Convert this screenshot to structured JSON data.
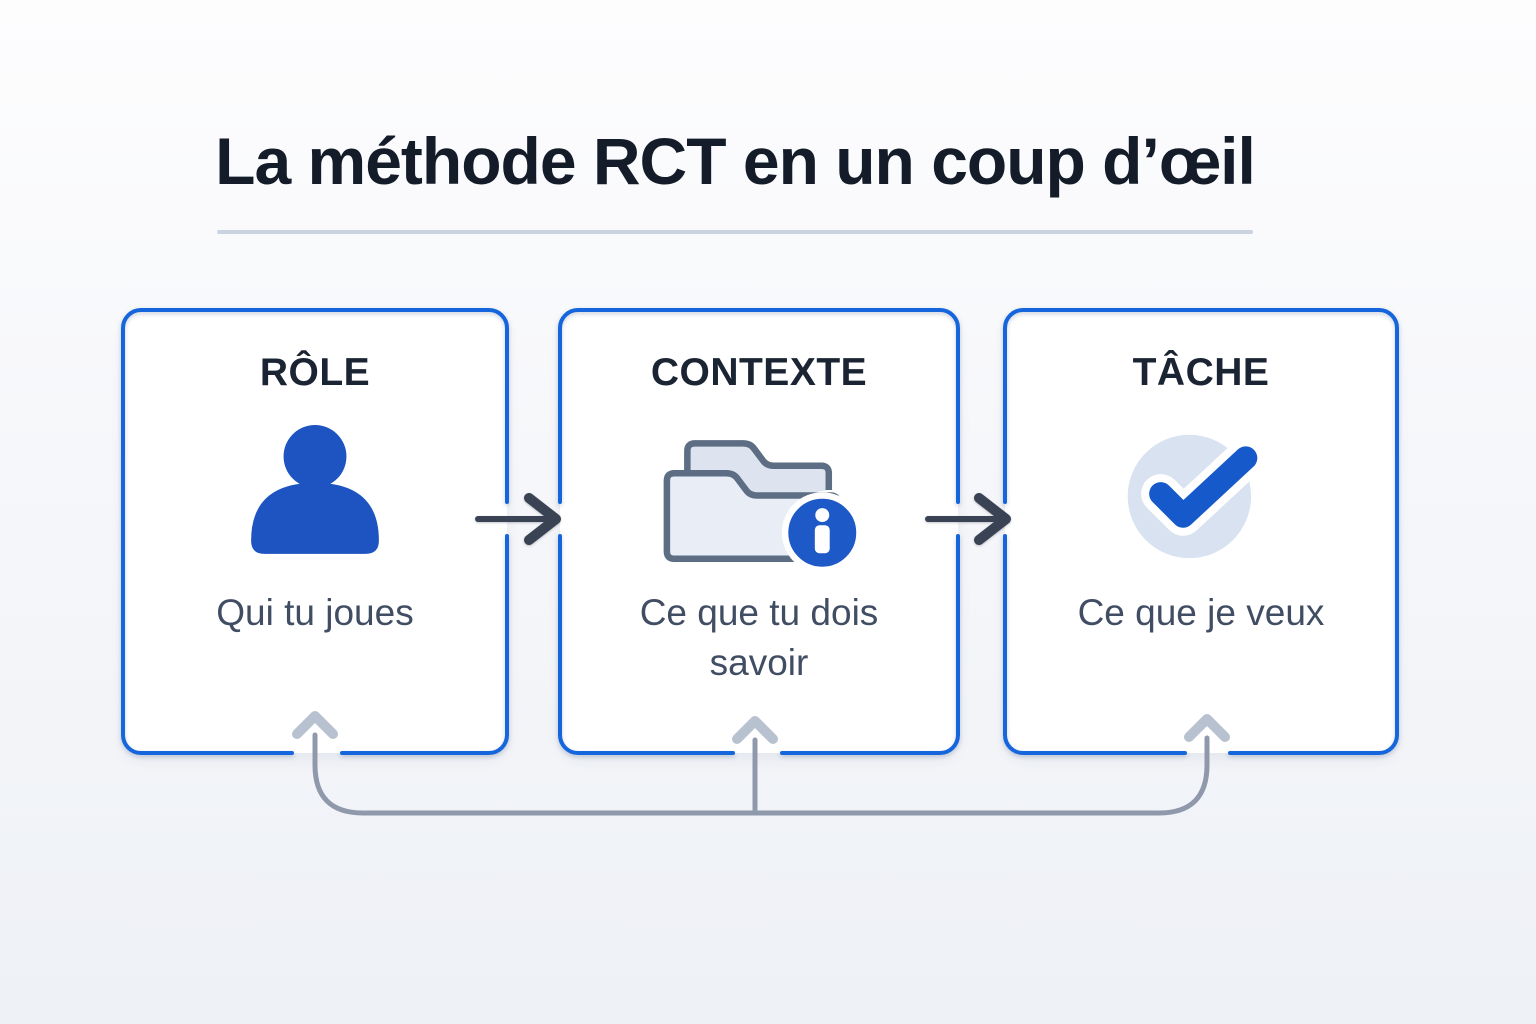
{
  "title": "La méthode RCT en un coup d’œil",
  "cards": [
    {
      "heading": "RÔLE",
      "description": "Qui tu joues",
      "icon": "person-icon"
    },
    {
      "heading": "CONTEXTE",
      "description": "Ce que tu dois savoir",
      "icon": "folder-info-icon"
    },
    {
      "heading": "TÂCHE",
      "description": "Ce que je veux",
      "icon": "check-icon"
    }
  ],
  "flow": {
    "forward_arrows": [
      "RÔLE → CONTEXTE",
      "CONTEXTE → TÂCHE"
    ],
    "feedback_loop_targets": [
      "RÔLE",
      "CONTEXTE",
      "TÂCHE"
    ]
  },
  "colors": {
    "card_border": "#1565dc",
    "person_icon_blue": "#1d54c1",
    "badge_blue": "#1d59c7",
    "check_blue": "#1659cb",
    "check_circle_fill": "#d9e2f1",
    "folder_fill": "#e8edf6",
    "folder_stroke": "#5d6d84",
    "forward_arrow": "#3a4353",
    "loop_line": "#8f99ab",
    "loop_chevron": "#b8c1d0",
    "title_color": "#141b29",
    "heading_color": "#1b2433",
    "description_color": "#414d63",
    "divider_color": "#ccd3e0"
  }
}
